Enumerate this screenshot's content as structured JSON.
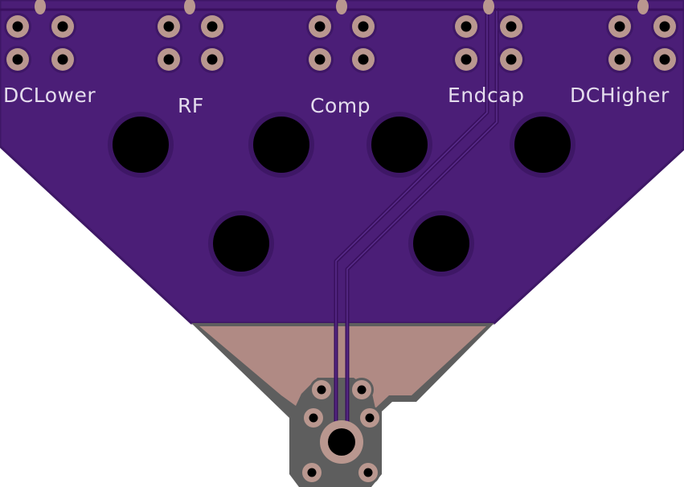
{
  "board": {
    "labels": {
      "dc_lower": "DCLower",
      "rf": "RF",
      "comp": "Comp",
      "endcap": "Endcap",
      "dc_higher": "DCHigher"
    }
  },
  "colors": {
    "board_purple": "#4b1e77",
    "board_edge": "#3e1766",
    "exposed_copper": "#b08a84",
    "soldermask_gray": "#5e5e5e",
    "pad_copper": "#b9978f",
    "trace": "#39105e",
    "drill": "#000000",
    "silkscreen": "#e4dced",
    "background": "#ffffff"
  },
  "icons": {
    "header_pads": "through-hole-pad-grid",
    "mount_holes": "drilled-hole",
    "connector": "sma-edge-connector"
  }
}
